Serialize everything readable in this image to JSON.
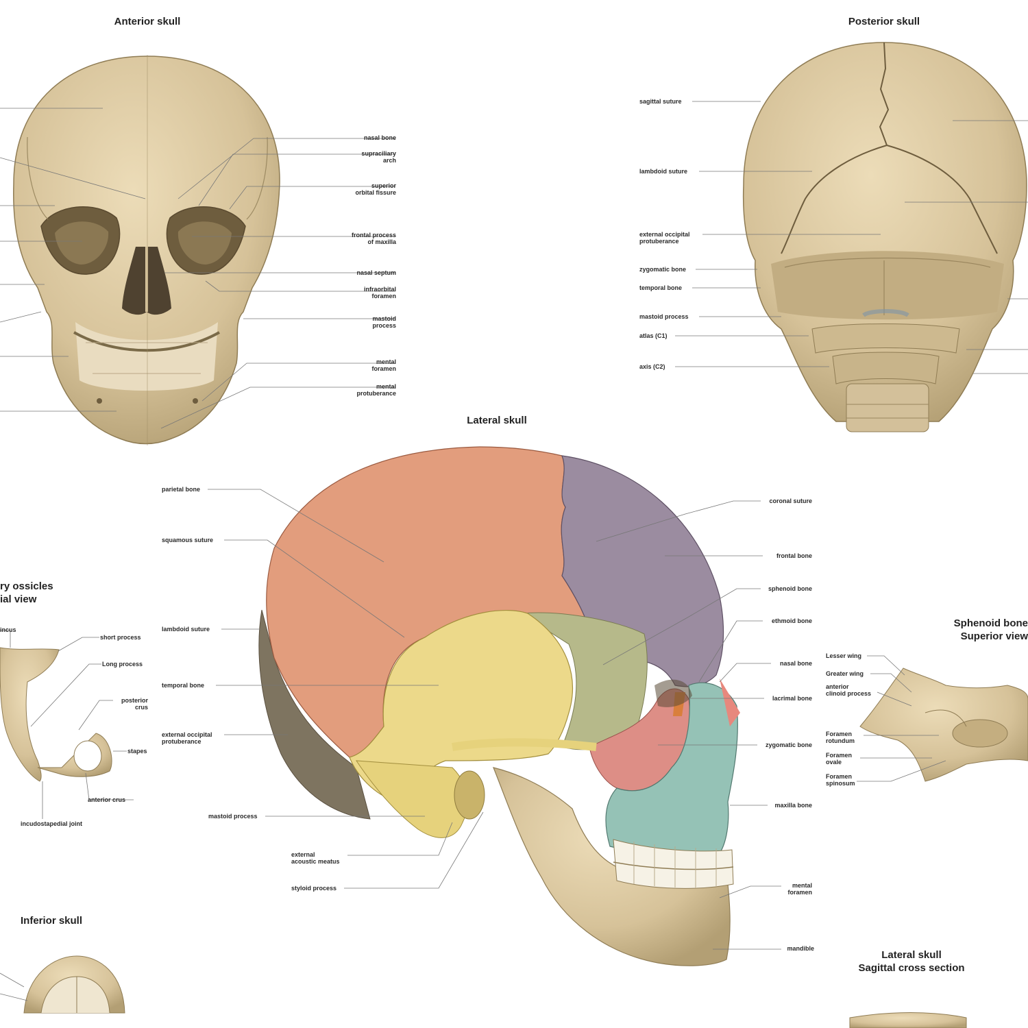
{
  "colors": {
    "bone": "#d9c6a0",
    "bone_shadow": "#a89468",
    "parietal": "#e09a7a",
    "occipital": "#7e7460",
    "frontal": "#9c8ca0",
    "temporal": "#ecd98a",
    "sphenoid": "#b9b98a",
    "zygomatic": "#dd8e86",
    "maxilla": "#95c2b6",
    "teeth": "#f6f2e6"
  },
  "titles": {
    "anterior": "Anterior skull",
    "posterior": "Posterior skull",
    "lateral": "Lateral skull",
    "ossicles": "ry ossicles\nial view",
    "sphenoid": "Sphenoid bone\nSuperior view",
    "inferior": "Inferior skull",
    "sagittal": "Lateral skull\nSagittal cross section"
  },
  "anterior_labels": [
    "nasal bone",
    "supraciliary\narch",
    "superior\norbital fissure",
    "frontal process\nof maxilla",
    "nasal septum",
    "infraorbital\nforamen",
    "mastoid\nprocess",
    "mental\nforamen",
    "mental\nprotuberance"
  ],
  "posterior_labels": [
    "sagittal suture",
    "lambdoid suture",
    "external occipital\nprotuberance",
    "zygomatic bone",
    "temporal bone",
    "mastoid process",
    "atlas (C1)",
    "axis (C2)"
  ],
  "lateral_left_labels": [
    "parietal bone",
    "squamous suture",
    "lambdoid suture",
    "temporal bone",
    "external occipital\nprotuberance",
    "mastoid process",
    "external\nacoustic meatus",
    "styloid process"
  ],
  "lateral_right_labels": [
    "coronal suture",
    "frontal bone",
    "sphenoid bone",
    "ethmoid bone",
    "nasal bone",
    "lacrimal bone",
    "zygomatic bone",
    "maxilla bone",
    "mental\nforamen",
    "mandible"
  ],
  "ossicles_labels": [
    "incus",
    "short process",
    "Long process",
    "posterior\ncrus",
    "stapes",
    "anterior crus",
    "incudostapedial joint"
  ],
  "sphenoid_labels": [
    "Lesser wing",
    "Greater wing",
    "anterior\nclinoid process",
    "Foramen\nrotundum",
    "Foramen\novale",
    "Foramen\nspinosum"
  ]
}
